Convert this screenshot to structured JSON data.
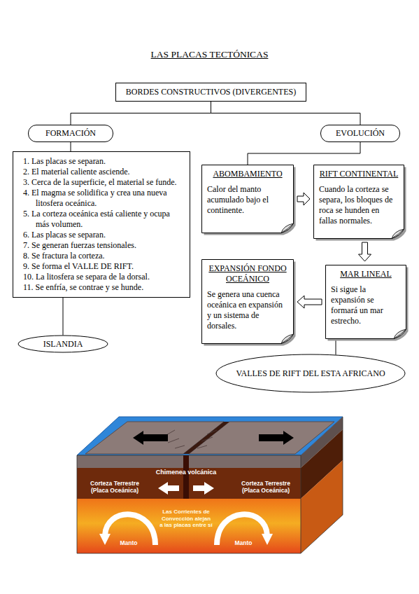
{
  "diagram": {
    "title": "LAS PLACAS TECTÓNICAS",
    "nodes": [
      {
        "text": [
          "BORDES CONSTRUCTIVOS (DIVERGENTES)"
        ]
      },
      {
        "text": [
          "FORMACIÓN"
        ]
      },
      {
        "text": [
          "1. Las placas se separan.",
          "2. El material caliente asciende.",
          "3. Cerca de la superficie, el material se funde.",
          "4. El magma se solidifica y crea una nueva litosfera oceánica.",
          "5. La corteza oceánica está caliente y ocupa más volumen.",
          "6. Las placas se separan.",
          "7. Se generan fuerzas tensionales.",
          "8. Se fractura la corteza.",
          "9. Se forma el VALLE DE RIFT.",
          "10. La litosfera se separa de la dorsal.",
          "11. Se enfría, se contrae y se hunde."
        ]
      },
      {
        "text": [
          "ISLANDIA"
        ]
      },
      {
        "text": [
          "EVOLUCIÓN"
        ]
      },
      {
        "text": [
          "ABOMBAMIENTO",
          "Calor del manto acumulado bajo el continente."
        ]
      },
      {
        "text": [
          "RIFT CONTINENTAL",
          "Cuando la corteza se separa, los bloques de roca se hunden en fallas normales."
        ]
      },
      {
        "text": [
          "MAR LINEAL",
          "Si sigue la expansión se formará un mar estrecho."
        ]
      },
      {
        "text": [
          "EXPANSIÓN FONDO OCEÁNICO",
          "Se genera una cuenca oceánica en expansión y un sistema de dorsales."
        ]
      },
      {
        "text": [
          "VALLES DE RIFT DEL ESTA AFRICANO"
        ]
      }
    ],
    "edges": [
      {
        "from": 0,
        "to": 1,
        "arrow": "none"
      },
      {
        "from": 0,
        "to": 4,
        "arrow": "none"
      },
      {
        "from": 1,
        "to": 2,
        "arrow": "none"
      },
      {
        "from": 2,
        "to": 3,
        "arrow": "none"
      },
      {
        "from": 4,
        "to": 5,
        "arrow": "none"
      },
      {
        "from": 5,
        "to": 6,
        "arrow": "to"
      },
      {
        "from": 6,
        "to": 7,
        "arrow": "to"
      },
      {
        "from": 7,
        "to": 8,
        "arrow": "to"
      },
      {
        "from": 7,
        "to": 9,
        "arrow": "none"
      }
    ],
    "labels": [
      "Chimenea volcánica",
      "Corteza Terrestre (Placa Oceánica)",
      "Corteza Terrestre (Placa Oceánica)",
      "Las Corrientes de Convección alejan a las placas entre sí",
      "Manto",
      "Manto"
    ]
  }
}
